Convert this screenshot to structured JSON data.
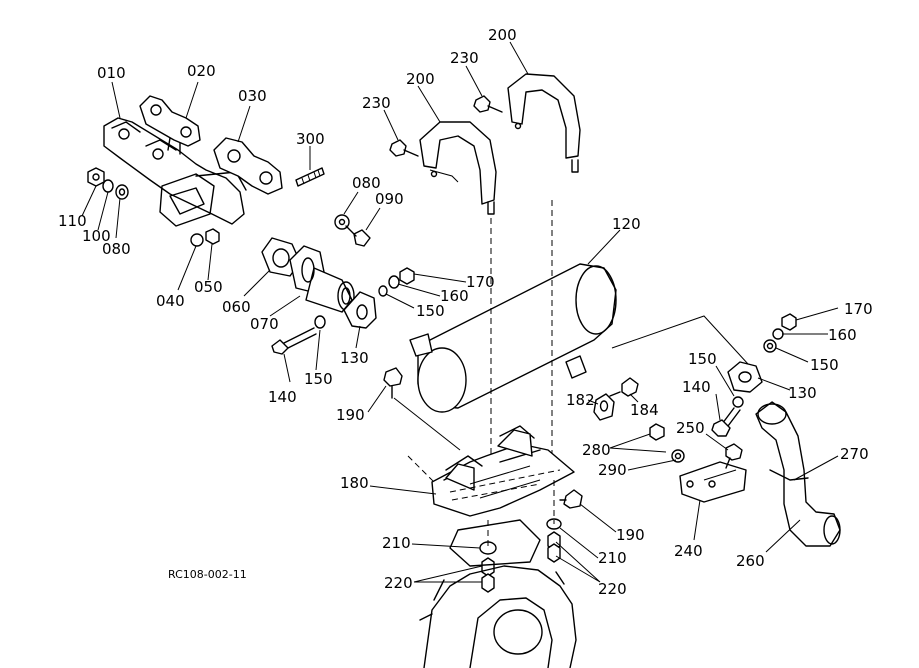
{
  "reference_code": "RC108-002-11",
  "labels": [
    {
      "id": "l010",
      "text": "010"
    },
    {
      "id": "l020",
      "text": "020"
    },
    {
      "id": "l030",
      "text": "030"
    },
    {
      "id": "l300",
      "text": "300"
    },
    {
      "id": "l110",
      "text": "110"
    },
    {
      "id": "l100",
      "text": "100"
    },
    {
      "id": "l080a",
      "text": "080"
    },
    {
      "id": "l040",
      "text": "040"
    },
    {
      "id": "l050",
      "text": "050"
    },
    {
      "id": "l060",
      "text": "060"
    },
    {
      "id": "l070",
      "text": "070"
    },
    {
      "id": "l080b",
      "text": "080"
    },
    {
      "id": "l090",
      "text": "090"
    },
    {
      "id": "l140a",
      "text": "140"
    },
    {
      "id": "l150a",
      "text": "150"
    },
    {
      "id": "l130a",
      "text": "130"
    },
    {
      "id": "l150b",
      "text": "150"
    },
    {
      "id": "l160a",
      "text": "160"
    },
    {
      "id": "l170a",
      "text": "170"
    },
    {
      "id": "l230a",
      "text": "230"
    },
    {
      "id": "l200a",
      "text": "200"
    },
    {
      "id": "l230b",
      "text": "230"
    },
    {
      "id": "l200b",
      "text": "200"
    },
    {
      "id": "l120",
      "text": "120"
    },
    {
      "id": "l190a",
      "text": "190"
    },
    {
      "id": "l180",
      "text": "180"
    },
    {
      "id": "l182",
      "text": "182"
    },
    {
      "id": "l184",
      "text": "184"
    },
    {
      "id": "l280",
      "text": "280"
    },
    {
      "id": "l290",
      "text": "290"
    },
    {
      "id": "l190b",
      "text": "190"
    },
    {
      "id": "l210a",
      "text": "210"
    },
    {
      "id": "l210b",
      "text": "210"
    },
    {
      "id": "l220a",
      "text": "220"
    },
    {
      "id": "l220b",
      "text": "220"
    },
    {
      "id": "l170b",
      "text": "170"
    },
    {
      "id": "l160b",
      "text": "160"
    },
    {
      "id": "l150c",
      "text": "150"
    },
    {
      "id": "l130b",
      "text": "130"
    },
    {
      "id": "l150d",
      "text": "150"
    },
    {
      "id": "l140b",
      "text": "140"
    },
    {
      "id": "l250",
      "text": "250"
    },
    {
      "id": "l270",
      "text": "270"
    },
    {
      "id": "l240",
      "text": "240"
    },
    {
      "id": "l260",
      "text": "260"
    }
  ]
}
